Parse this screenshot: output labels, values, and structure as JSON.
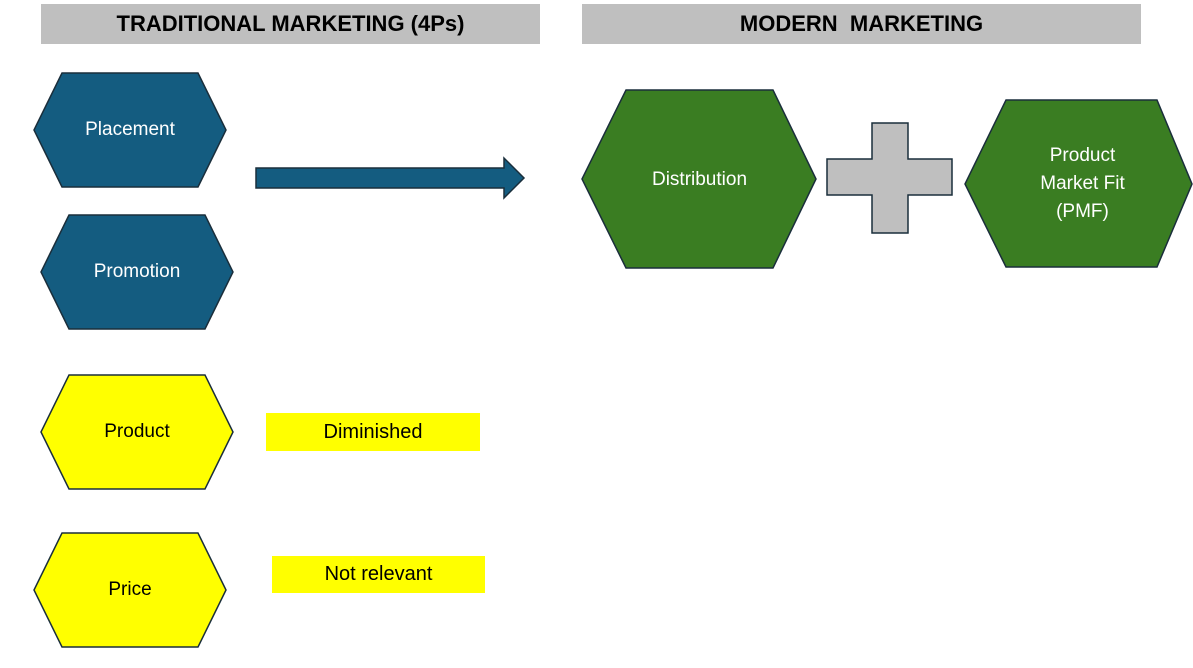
{
  "headers": {
    "traditional": "TRADITIONAL MARKETING (4Ps)",
    "modern": "MODERN  MARKETING"
  },
  "traditional": {
    "placement": "Placement",
    "promotion": "Promotion",
    "product": "Product",
    "price": "Price"
  },
  "tags": {
    "diminished": "Diminished",
    "not_relevant": "Not relevant"
  },
  "modern": {
    "distribution": "Distribution",
    "pmf": [
      "Product",
      "Market Fit",
      "(PMF)"
    ]
  },
  "colors": {
    "blue": "#145c80",
    "yellow": "#ffff00",
    "green": "#3a7d22",
    "gray": "#bfbfbf",
    "outline": "#1a2e3b"
  }
}
